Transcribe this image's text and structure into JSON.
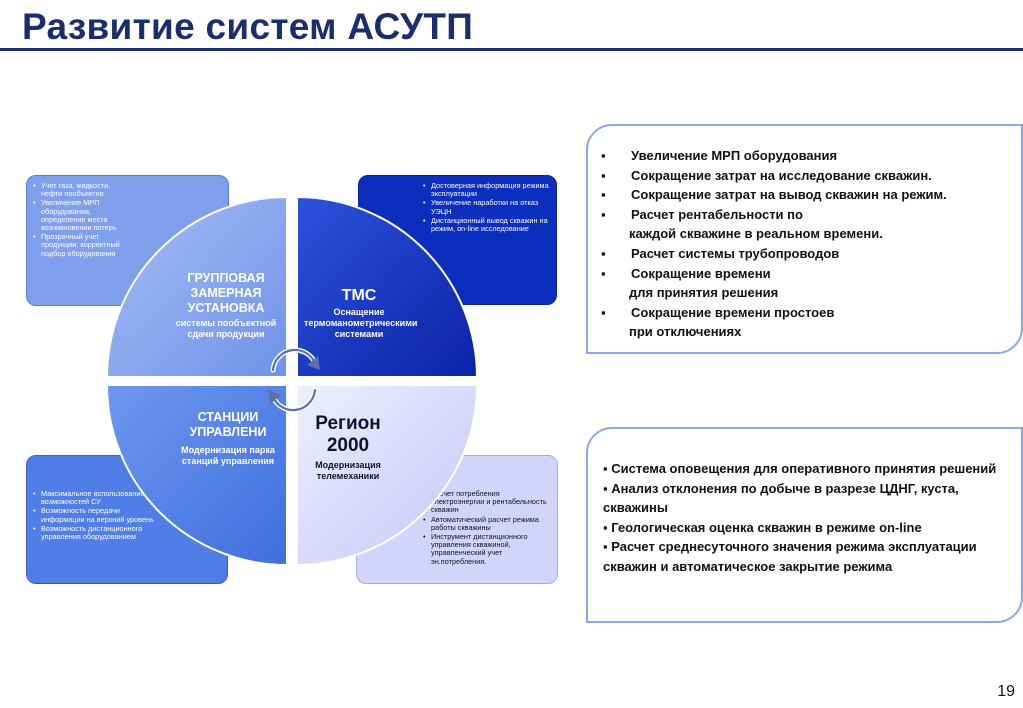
{
  "slide": {
    "title": "Развитие систем АСУТП",
    "page_number": "19"
  },
  "colors": {
    "title": "#1a2e6b",
    "q_top_left": "#7f9eec",
    "q_top_right": "#0b2ebe",
    "q_bottom_left": "#4f7ee6",
    "q_bottom_right": "#d3d4fb",
    "panel_border": "#8fa6e4"
  },
  "quadrants": {
    "top_left": {
      "heading": "ГРУППОВАЯ ЗАМЕРНАЯ УСТАНОВКА",
      "subtitle": "системы пообъектной сдачи продукции",
      "bullets": [
        "Учет газа, жидкости, нефти пообъектно",
        "Увеличение МРП оборудования, определение места возникновении потерь",
        "Прозрачный учет продукции, корректный подбор оборудования"
      ]
    },
    "top_right": {
      "heading": "ТМС",
      "subtitle": "Оснащение термоманометрическими системами",
      "bullets": [
        "Достоверная информация режима эксплуатации",
        "Увеличение наработки на отказ УЭЦН",
        "Дистанционный вывод скважин на режим, on-line исследование"
      ]
    },
    "bottom_left": {
      "heading": "СТАНЦИИ УПРАВЛЕНИ",
      "subtitle": "Модернизация парка станций управления",
      "bullets": [
        "Максимальное использование возможностей СУ",
        "Возможность передачи информации на верхний уровень",
        "Возможность дистанционного управления оборудованием"
      ]
    },
    "bottom_right": {
      "heading": "Регион 2000",
      "subtitle": "Модернизация телемеханики",
      "bullets": [
        "Расчет потребления электроэнергии и рентабельность скважин",
        "Автоматический расчет режима работы скважины",
        "Инструмент дистанционного управления скважиной, управленческий учет эн.потребления."
      ]
    }
  },
  "panel_top": {
    "items": [
      {
        "lines": [
          "Увеличение МРП оборудования"
        ]
      },
      {
        "lines": [
          "Сокращение затрат на исследование  скважин."
        ]
      },
      {
        "lines": [
          "Сокращение затрат на вывод скважин на режим."
        ]
      },
      {
        "lines": [
          "Расчет рентабельности по",
          "каждой скважине в реальном времени."
        ]
      },
      {
        "lines": [
          "Расчет системы трубопроводов"
        ]
      },
      {
        "lines": [
          "Сокращение времени",
          "для принятия решения"
        ]
      },
      {
        "lines": [
          "Сокращение времени простоев",
          "при отключениях"
        ]
      }
    ]
  },
  "panel_bottom": {
    "items": [
      "Система оповещения для оперативного принятия решений",
      "Анализ отклонения по добыче в разрезе ЦДНГ, куста, скважины",
      "Геологическая оценка скважин в режиме on-line",
      "Расчет среднесуточного значения режима эксплуатации скважин и автоматическое закрытие режима"
    ]
  }
}
